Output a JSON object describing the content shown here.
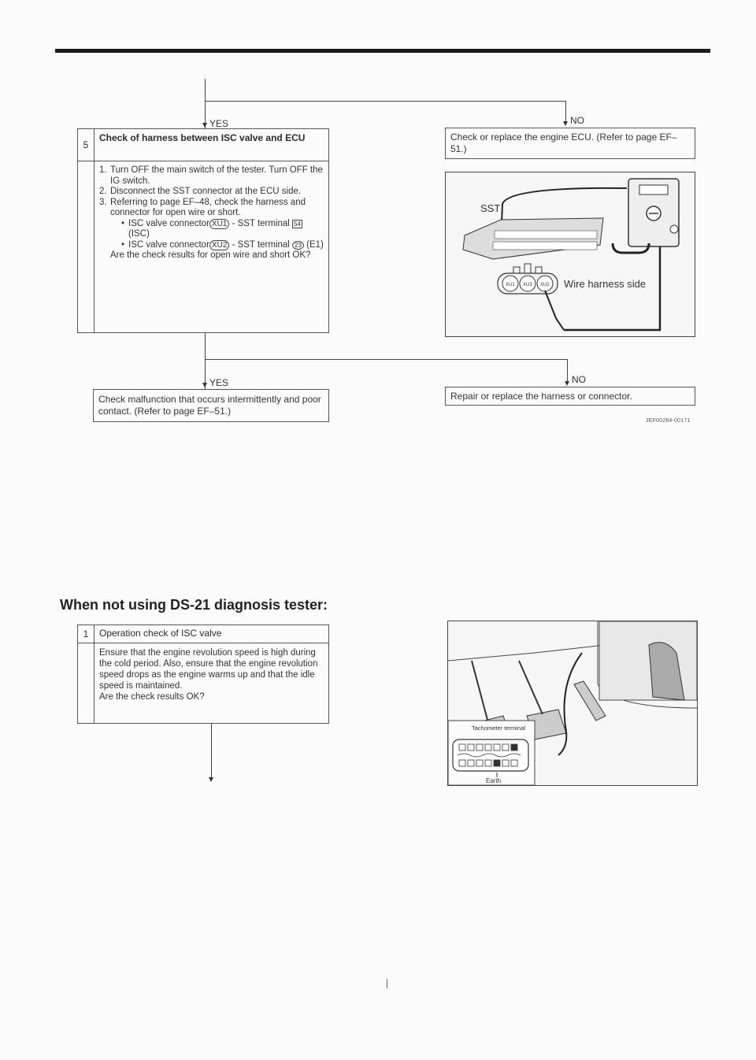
{
  "step5": {
    "yes_label": "YES",
    "no_label": "NO",
    "number": "5",
    "title": "Check of harness between ISC valve and ECU",
    "items": [
      {
        "num": "1.",
        "text": "Turn OFF the main switch of the tester. Turn OFF the IG switch."
      },
      {
        "num": "2.",
        "text": "Disconnect the SST connector at the ECU side."
      },
      {
        "num": "3.",
        "text": "Referring to page EF–48, check the harness and connector for open wire or short."
      }
    ],
    "subitems": [
      {
        "text": "ISC valve connector",
        "conn": "XU1",
        "text2": " - SST terminal ",
        "pin": "54",
        "text3": " (ISC)"
      },
      {
        "text": "ISC valve connector",
        "conn": "XU2",
        "text2": " - SST terminal ",
        "pin": "23",
        "text3": " (E1)"
      }
    ],
    "question": "Are the check results for open wire and short OK?",
    "no_action": "Check or replace the engine ECU. (Refer to page EF–51.)"
  },
  "figure1": {
    "sst_label": "SST",
    "connectors": [
      "XU1",
      "XU3",
      "XU2"
    ],
    "harness_label": "Wire harness side"
  },
  "result5": {
    "yes_label": "YES",
    "no_label": "NO",
    "yes_action": "Check malfunction that occurs intermittently and poor contact. (Refer to page EF–51.)",
    "no_action": "Repair or replace the harness or connector."
  },
  "figure_code": "JEF00264-00171",
  "section_heading": "When not using DS-21 diagnosis tester:",
  "step1": {
    "number": "1",
    "title": "Operation check of ISC valve",
    "body": "Ensure that the engine revolution speed is high during the cold period. Also, ensure that the engine revolution speed drops as the engine warms up and that the idle speed is maintained.",
    "question": "Are the check results OK?"
  },
  "figure2": {
    "tach_label": "Tachometer terminal",
    "earth_label": "Earth"
  }
}
